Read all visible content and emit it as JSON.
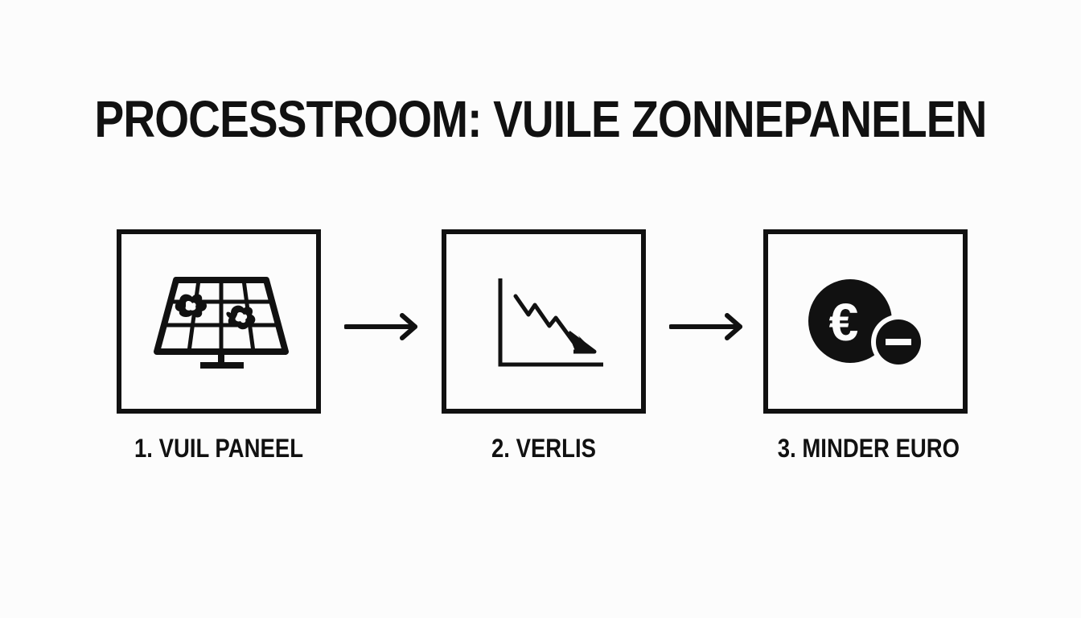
{
  "title": "PROCESSTROOM: VUILE ZONNEPANELEN",
  "steps": [
    {
      "label": "1. VUIL PANEEL",
      "icon": "dirty-solar-panel-icon"
    },
    {
      "label": "2. VERLIS",
      "icon": "declining-chart-icon"
    },
    {
      "label": "3. MINDER EURO",
      "icon": "euro-minus-icon"
    }
  ],
  "arrows": [
    "arrow-right-icon",
    "arrow-right-icon"
  ],
  "euro_symbol": "€",
  "colors": {
    "ink": "#111111",
    "background": "#fcfcfc"
  }
}
